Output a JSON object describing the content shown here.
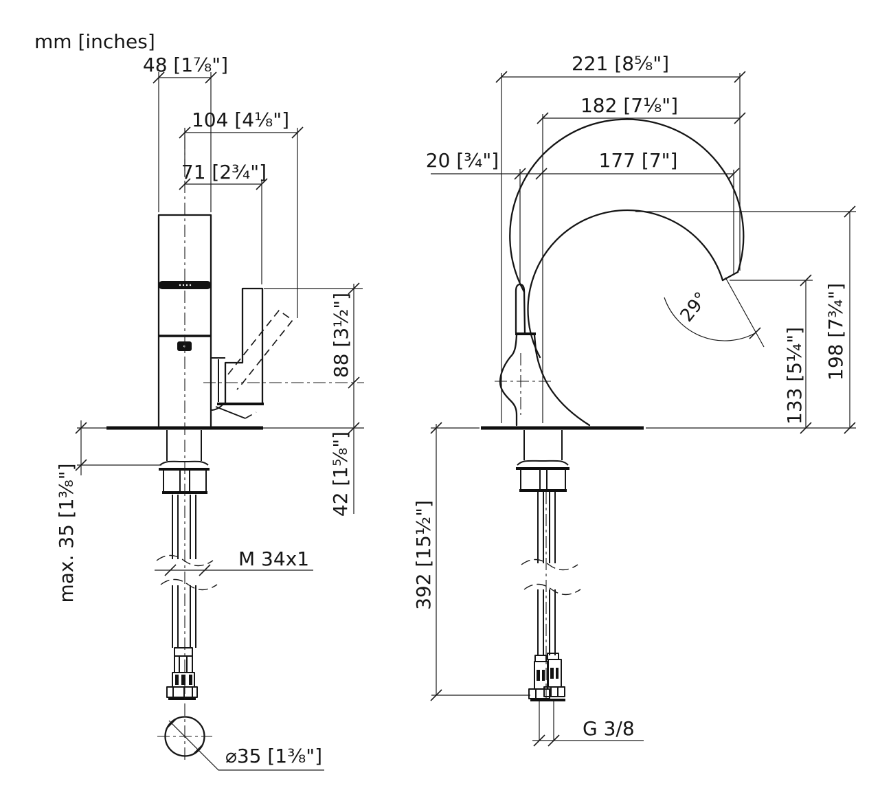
{
  "drawing": {
    "units_label": "mm [inches]",
    "front": {
      "width_top": "48 [1⁷⁄₈\"]",
      "projection": "104 [4¹⁄₈\"]",
      "spout_width": "71 [2³⁄₄\"]",
      "outlet_height": "88 [3¹⁄₂\"]",
      "outlet_to_deck": "42 [1⁵⁄₈\"]",
      "max_thickness": "max. 35 [1³⁄₈\"]",
      "shank_thread": "M 34x1",
      "hole_diameter": "⌀35 [1³⁄₈\"]"
    },
    "side": {
      "overall_projection": "221 [8⁵⁄₈\"]",
      "upper_projection": "182 [7¹⁄₈\"]",
      "handle_offset": "20 [³⁄₄\"]",
      "spout_reach": "177 [7\"]",
      "spout_angle": "29°",
      "overall_height": "198 [7³⁄₄\"]",
      "outlet_height": "133 [5¹⁄₄\"]",
      "hose_length": "392 [15¹⁄₂\"]",
      "supply_thread": "G 3/8"
    }
  }
}
